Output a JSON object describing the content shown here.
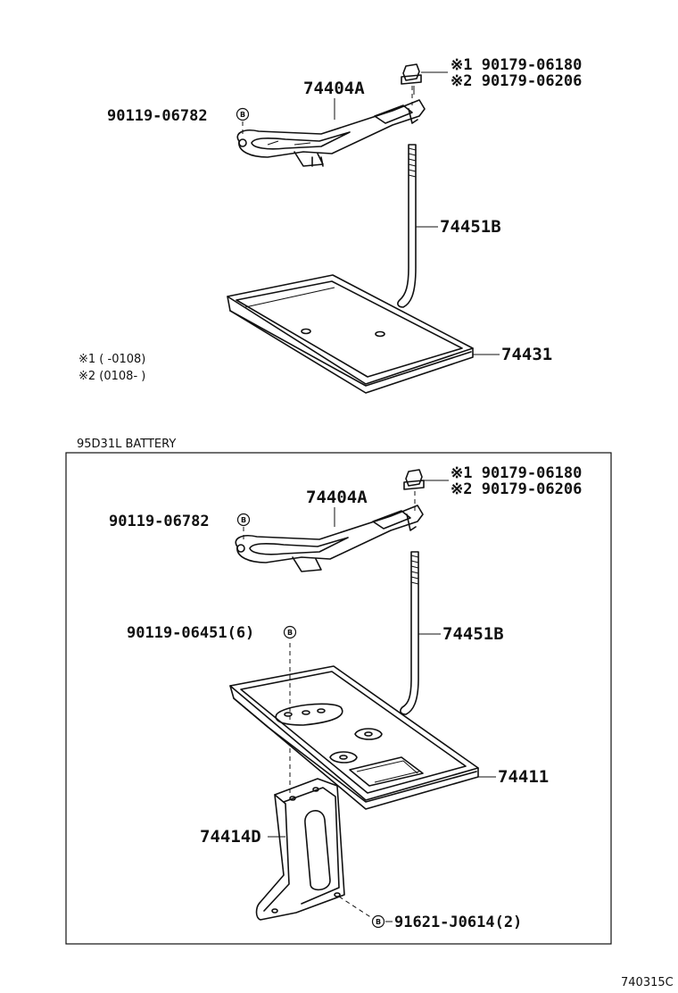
{
  "top": {
    "clamp_label": "74404A",
    "bolt_left_label": "90119-06782",
    "nut_label_1": "※1 90179-06180",
    "nut_label_2": "※2 90179-06206",
    "rod_label": "74451B",
    "tray_label": "74431",
    "note_1": "※1  (      -0108)",
    "note_2": "※2  (0108-      )"
  },
  "box": {
    "caption": "95D31L BATTERY",
    "clamp_label": "74404A",
    "bolt_left_label": "90119-06782",
    "nut_label_1": "※1 90179-06180",
    "nut_label_2": "※2 90179-06206",
    "bolt_mid_label": "90119-06451(6)",
    "rod_label": "74451B",
    "tray_label": "74411",
    "bracket_label": "74414D",
    "bolt_bottom_label": "91621-J0614(2)"
  },
  "diagram_code": "740315C",
  "bolt_symbol": "B"
}
